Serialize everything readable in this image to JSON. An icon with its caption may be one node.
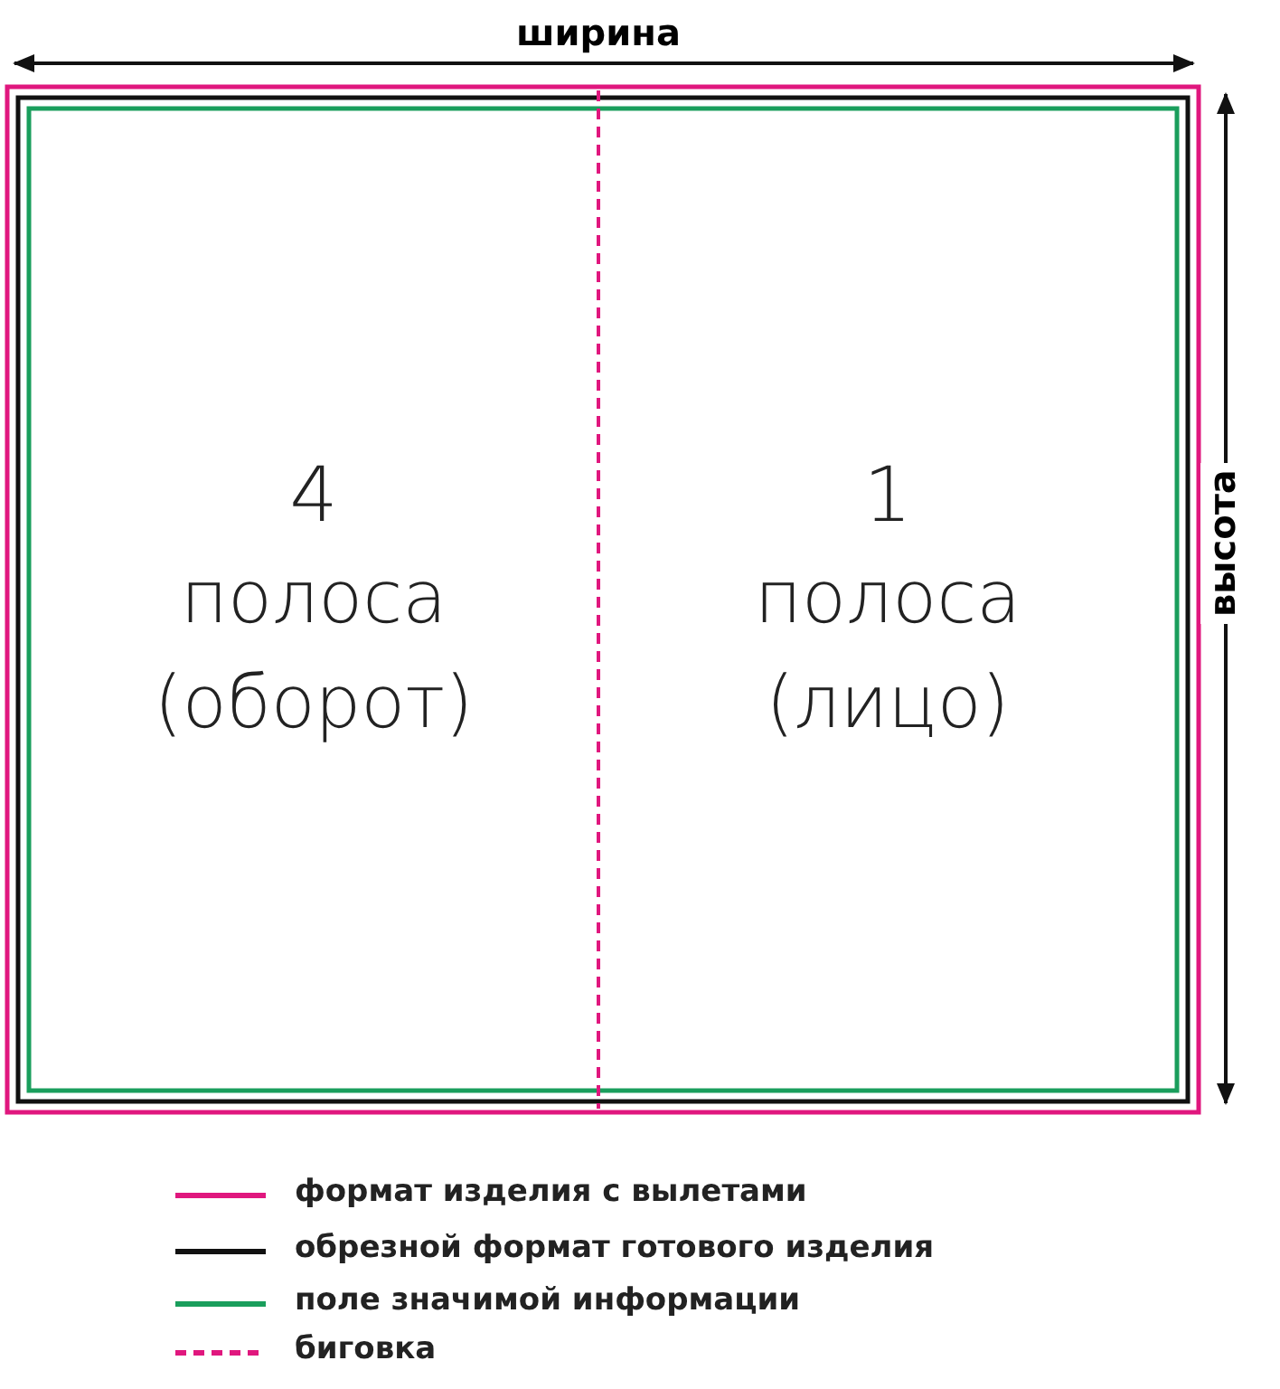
{
  "diagram": {
    "nodes": [
      {
        "text": [
          "4",
          "полоса (оборот)"
        ]
      },
      {
        "text": [
          "1",
          "полоса (лицо)"
        ]
      }
    ],
    "labels": [
      "ширина",
      "высота"
    ],
    "legend": [
      {
        "text": "формат изделия с вылетами"
      },
      {
        "text": "обрезной формат готового изделия"
      },
      {
        "text": "поле значимой информации"
      },
      {
        "text": "биговка"
      }
    ]
  }
}
